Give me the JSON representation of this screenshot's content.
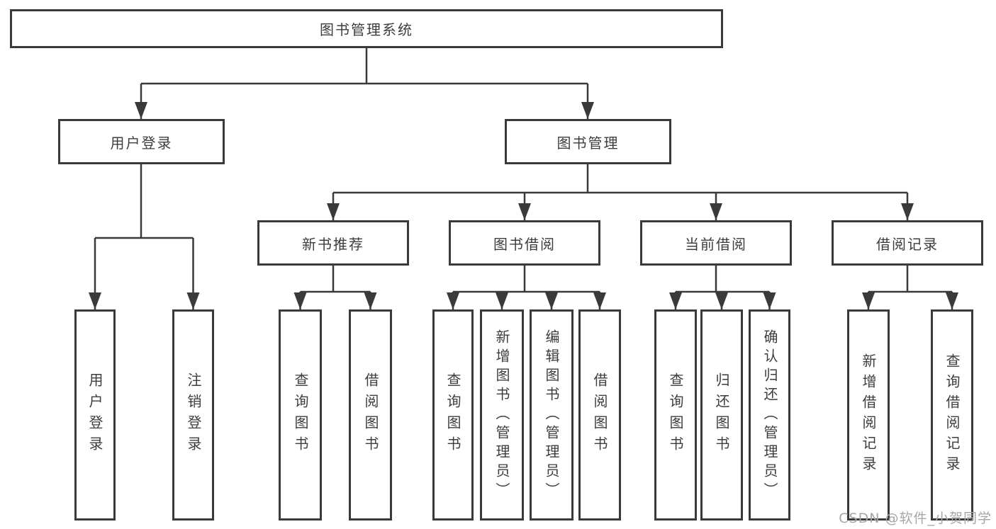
{
  "tree": {
    "root": {
      "label": "图书管理系统",
      "children": [
        {
          "label": "用户登录",
          "children": [
            {
              "label": "用户登录"
            },
            {
              "label": "注销登录"
            }
          ]
        },
        {
          "label": "图书管理",
          "children": [
            {
              "label": "新书推荐",
              "children": [
                {
                  "label": "查询图书"
                },
                {
                  "label": "借阅图书"
                }
              ]
            },
            {
              "label": "图书借阅",
              "children": [
                {
                  "label": "查询图书"
                },
                {
                  "label": "新增图书（管理员）"
                },
                {
                  "label": "编辑图书（管理员）"
                },
                {
                  "label": "借阅图书"
                }
              ]
            },
            {
              "label": "当前借阅",
              "children": [
                {
                  "label": "查询图书"
                },
                {
                  "label": "归还图书"
                },
                {
                  "label": "确认归还（管理员）"
                }
              ]
            },
            {
              "label": "借阅记录",
              "children": [
                {
                  "label": "新增借阅记录"
                },
                {
                  "label": "查询借阅记录"
                }
              ]
            }
          ]
        }
      ]
    }
  },
  "watermark": {
    "text": "CSDN @软件_小贺同学"
  },
  "colors": {
    "line": "#3a3a3a",
    "box_border": "#3a3a3a",
    "text": "#3d3d3d",
    "watermark": "#a6a6a6",
    "background": "#ffffff"
  }
}
